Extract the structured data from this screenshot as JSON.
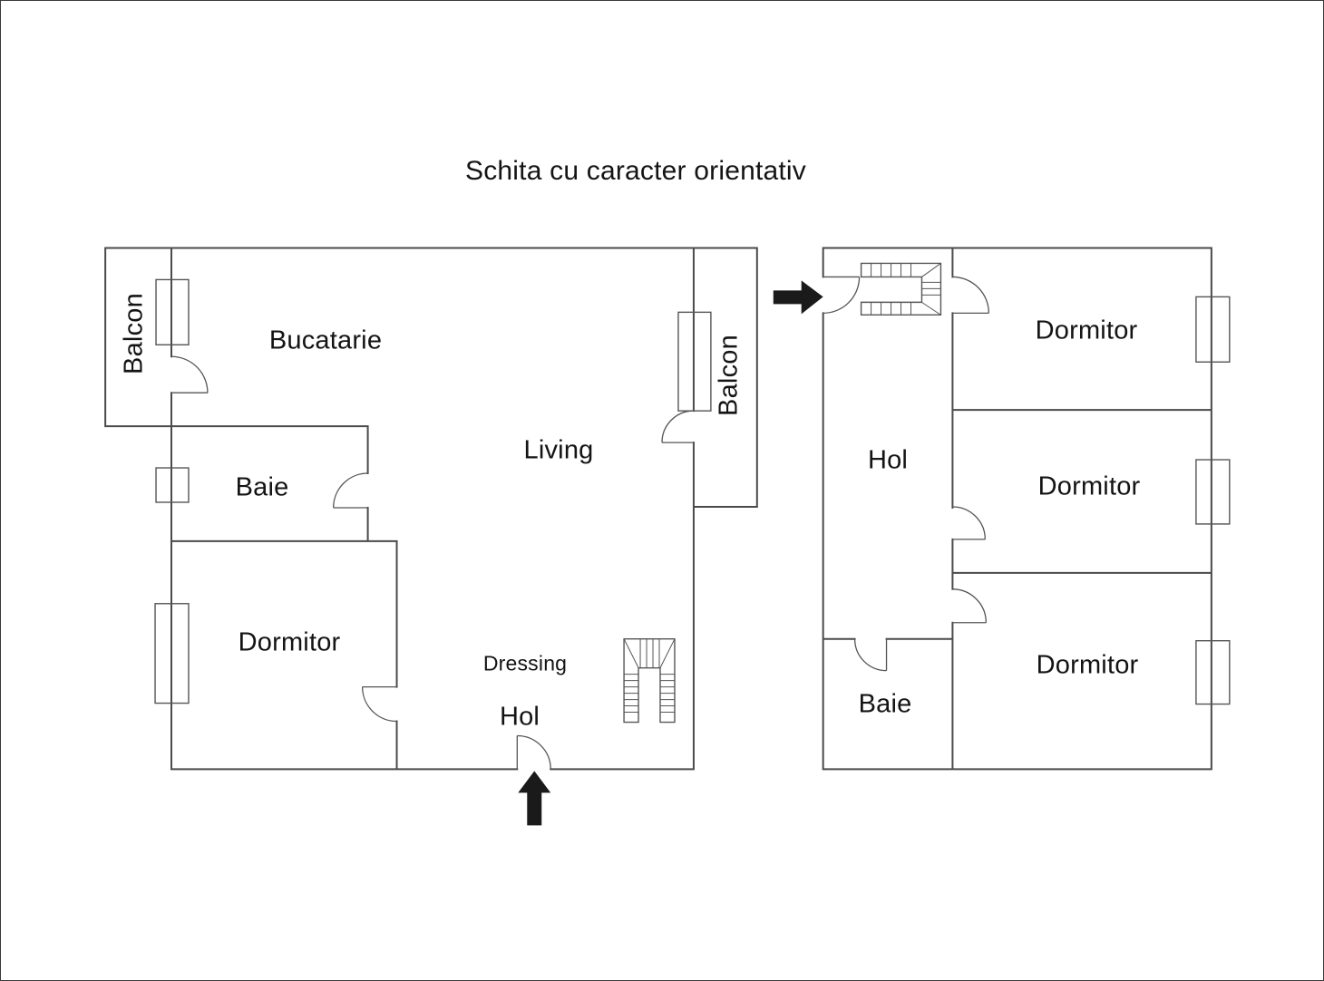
{
  "title": "Schita cu caracter orientativ",
  "colors": {
    "background": "#ffffff",
    "page_border": "#3a3a3a",
    "wall": "#4a4a4a",
    "fixture": "#555555",
    "text": "#141414",
    "arrow": "#1a1a1a"
  },
  "floor1": {
    "labels": {
      "balcon_left": "Balcon",
      "bucatarie": "Bucatarie",
      "living": "Living",
      "balcon_right": "Balcon",
      "baie": "Baie",
      "dormitor": "Dormitor",
      "dressing": "Dressing",
      "hol": "Hol"
    },
    "icons": {
      "stairs": "staircase-u-shape",
      "entrance_arrow": "arrow-up",
      "doors": "door-swing-arc",
      "windows": "window-rect"
    }
  },
  "floor2": {
    "labels": {
      "hol": "Hol",
      "dormitor_top": "Dormitor",
      "dormitor_mid": "Dormitor",
      "dormitor_bottom": "Dormitor",
      "baie": "Baie"
    },
    "icons": {
      "stairs": "staircase-u-shape",
      "level_link_arrow": "arrow-right",
      "doors": "door-swing-arc",
      "windows": "window-rect"
    }
  }
}
